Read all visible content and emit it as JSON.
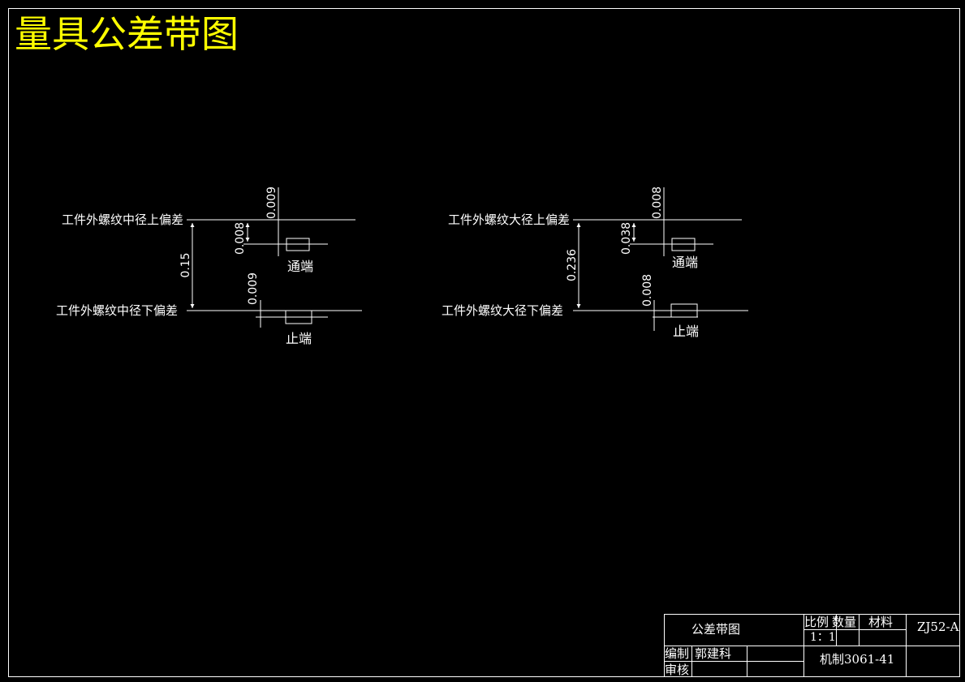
{
  "drawing_title": "量具公差带图",
  "left_diagram": {
    "upper_label": "工件外螺纹中径上偏差",
    "lower_label": "工件外螺纹中径下偏差",
    "span_dim": "0.15",
    "top_dim": "0.009",
    "go_dim": "0.008",
    "nogo_dim": "0.009",
    "go_label": "通端",
    "nogo_label": "止端"
  },
  "right_diagram": {
    "upper_label": "工件外螺纹大径上偏差",
    "lower_label": "工件外螺纹大径下偏差",
    "span_dim": "0.236",
    "top_dim": "0.008",
    "go_dim": "0.038",
    "nogo_dim": "0.008",
    "go_label": "通端",
    "nogo_label": "止端"
  },
  "title_block": {
    "name": "公差带图",
    "scale_header": "比例",
    "qty_header": "数量",
    "material_header": "材料",
    "scale_value": "1：1",
    "drawing_no": "ZJ52-A",
    "drafter_label": "编制",
    "drafter_name": "郭建科",
    "checker_label": "审核",
    "class_code": "机制3061-41"
  }
}
